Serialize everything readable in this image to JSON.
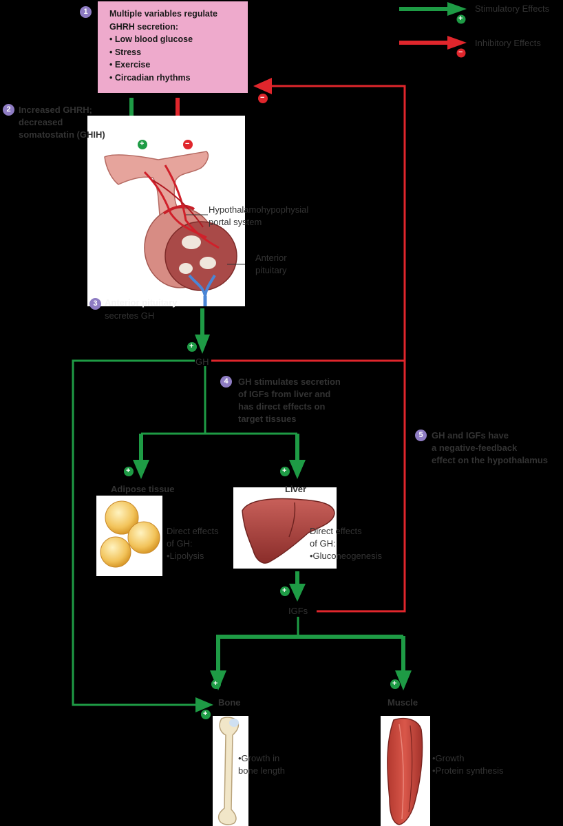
{
  "legend": {
    "stimulatory": "Stimulatory Effects",
    "inhibitory": "Inhibitory Effects",
    "stim_color": "#1e9b45",
    "inhib_color": "#e0262c"
  },
  "step1": {
    "number": "1",
    "title": "Multiple variables regulate\nGHRH secretion:",
    "items": [
      "• Low blood glucose",
      "• Stress",
      "• Exercise",
      "• Circadian rhythms"
    ]
  },
  "step2": {
    "number": "2",
    "text": "Increased GHRH;\ndecreased\nsomatostatin (GHIH)"
  },
  "pituitary": {
    "portal_label": "Hypothalamohypophysial\nportal system",
    "anterior_label": "Anterior\npituitary"
  },
  "step3": {
    "number": "3",
    "title": "Anterior pituitary",
    "text": "secretes GH"
  },
  "gh_label": "GH",
  "step4": {
    "number": "4",
    "text": "GH stimulates secretion\nof IGFs from liver and\nhas direct effects on\ntarget tissues"
  },
  "step5": {
    "number": "5",
    "text": "GH and IGFs have\na negative-feedback\neffect on the hypothalamus"
  },
  "adipose": {
    "title": "Adipose tissue",
    "effects": "Direct effects\nof GH:\n•Lipolysis"
  },
  "liver": {
    "title": "Liver",
    "effects": "Direct effects\nof GH:\n•Gluconeogenesis"
  },
  "igfs_label": "IGFs",
  "bone": {
    "title": "Bone",
    "effects": "•Growth in\nbone length"
  },
  "muscle": {
    "title": "Muscle",
    "effects": "•Growth\n•Protein synthesis"
  },
  "signs": {
    "plus": "+",
    "minus": "−"
  }
}
